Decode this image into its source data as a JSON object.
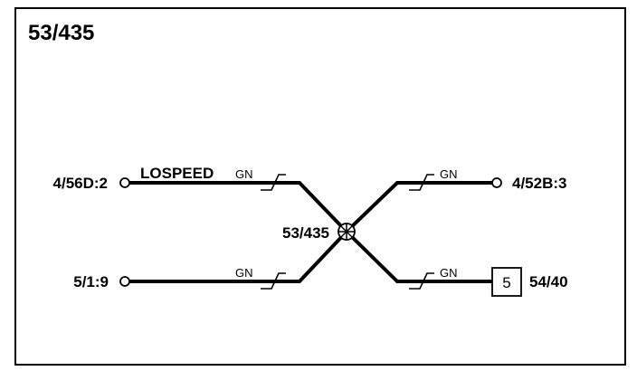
{
  "diagram": {
    "title": "53/435",
    "splice_label": "53/435",
    "left_top": {
      "connector": "4/56D:2",
      "circuit_name": "LOSPEED",
      "wire_color": "GN"
    },
    "left_bottom": {
      "connector": "5/1:9",
      "wire_color": "GN"
    },
    "right_top": {
      "connector": "4/52B:3",
      "wire_color": "GN"
    },
    "right_bottom": {
      "component_number": "5",
      "connector": "54/40",
      "wire_color": "GN"
    }
  }
}
